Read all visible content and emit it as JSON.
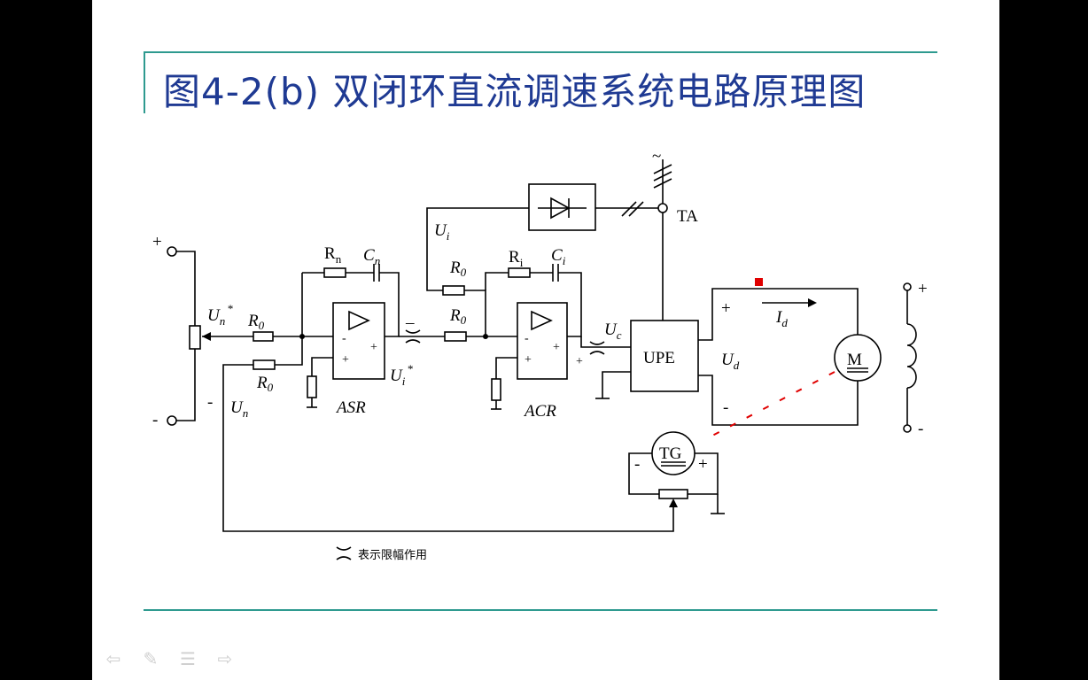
{
  "slide": {
    "title": "图4-2(b) 双闭环直流调速系统电路原理图",
    "caption": "表示限幅作用"
  },
  "diagram": {
    "ac_source": "~",
    "ta": "TA",
    "ui_label": {
      "main": "U",
      "sub": "i"
    },
    "r0": {
      "main": "R",
      "sub": "0"
    },
    "rn": {
      "main": "R",
      "sub": "n"
    },
    "cn": {
      "main": "C",
      "sub": "n"
    },
    "ri": {
      "main": "R",
      "sub": "i"
    },
    "ci": {
      "main": "C",
      "sub": "i"
    },
    "un_star": {
      "main": "U",
      "sub": "n",
      "sup": "*"
    },
    "ui_star": {
      "main": "U",
      "sub": "i",
      "sup": "*"
    },
    "un": {
      "main": "U",
      "sub": "n"
    },
    "uc": {
      "main": "U",
      "sub": "c"
    },
    "ud": {
      "main": "U",
      "sub": "d"
    },
    "id": {
      "main": "I",
      "sub": "d"
    },
    "asr": "ASR",
    "acr": "ACR",
    "upe": "UPE",
    "motor": "M",
    "tg": "TG",
    "plus": "+",
    "minus": "-",
    "minus_long": "–"
  },
  "nav": {
    "prev_icon": "⇦",
    "pen_icon": "✎",
    "menu_icon": "☰",
    "next_icon": "⇨"
  },
  "colors": {
    "title": "#1f3a93",
    "rule": "#2e9a8f",
    "marker": "#e00000"
  }
}
